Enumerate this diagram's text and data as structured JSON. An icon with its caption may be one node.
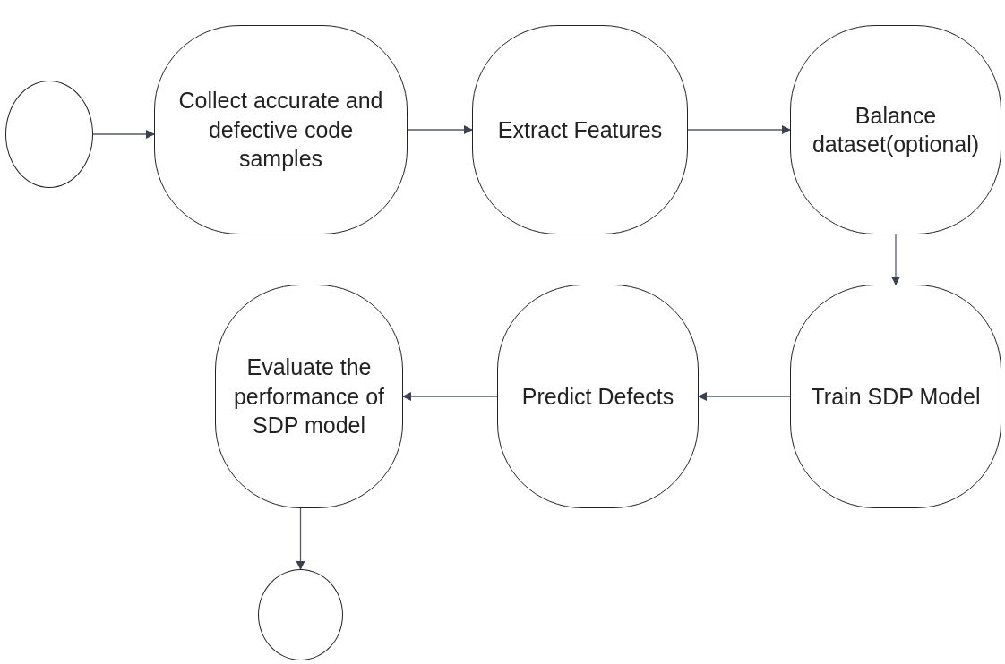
{
  "diagram": {
    "nodes": [
      {
        "text": [],
        "shape": "circle"
      },
      {
        "text": [
          "Collect accurate and defective code samples"
        ]
      },
      {
        "text": [
          "Extract Features"
        ]
      },
      {
        "text": [
          "Balance dataset(optional)"
        ]
      },
      {
        "text": [
          "Train SDP Model"
        ]
      },
      {
        "text": [
          "Predict Defects"
        ]
      },
      {
        "text": [
          "Evaluate the performance of SDP model"
        ]
      },
      {
        "text": [],
        "shape": "circle"
      }
    ],
    "edges": [
      {
        "from": 0,
        "to": 1,
        "arrow": "to"
      },
      {
        "from": 1,
        "to": 2,
        "arrow": "to"
      },
      {
        "from": 2,
        "to": 3,
        "arrow": "to"
      },
      {
        "from": 3,
        "to": 4,
        "arrow": "to"
      },
      {
        "from": 4,
        "to": 5,
        "arrow": "to"
      },
      {
        "from": 5,
        "to": 6,
        "arrow": "to"
      },
      {
        "from": 6,
        "to": 7,
        "arrow": "to"
      }
    ]
  }
}
